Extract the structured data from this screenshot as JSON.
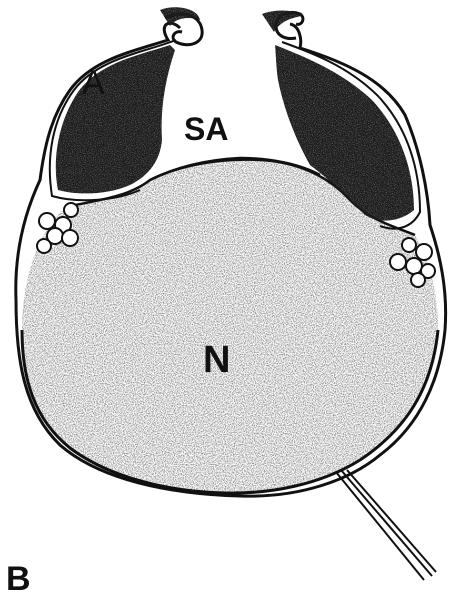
{
  "figure": {
    "panel_label": "B",
    "labels": {
      "a": "A",
      "sa": "SA",
      "n": "N"
    }
  },
  "colors": {
    "ink": "#111111",
    "dark_fill": "#1c1c1c",
    "stipple": "#5a5a5a",
    "background": "#ffffff"
  }
}
